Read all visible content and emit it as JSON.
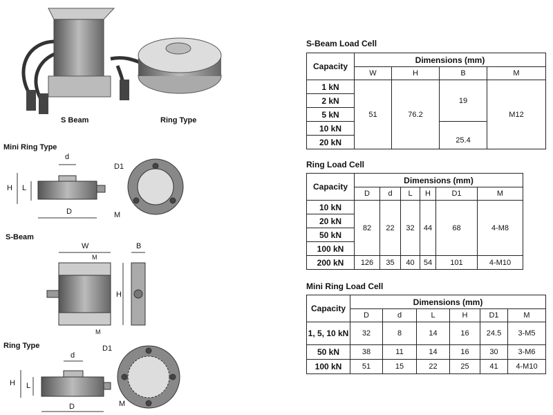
{
  "photo": {
    "s_beam": "S Beam",
    "ring": "Ring Type"
  },
  "drawings": {
    "mini_ring": {
      "title": "Mini Ring Type",
      "labels": [
        "d",
        "D1",
        "H",
        "L",
        "D",
        "M"
      ]
    },
    "s_beam": {
      "title": "S-Beam",
      "labels": [
        "W",
        "B",
        "M",
        "H",
        "M"
      ]
    },
    "ring": {
      "title": "Ring Type",
      "labels": [
        "d",
        "D1",
        "H",
        "L",
        "D",
        "M"
      ]
    }
  },
  "s_beam_table": {
    "title": "S-Beam Load Cell",
    "capacity": "Capacity",
    "dims": "Dimensions (mm)",
    "cols": [
      "W",
      "H",
      "B",
      "M"
    ],
    "caps": [
      "1 kN",
      "2 kN",
      "5 kN",
      "10 kN",
      "20 kN"
    ],
    "W": "51",
    "H": "76.2",
    "B1": "19",
    "B2": "25.4",
    "M": "M12"
  },
  "ring_table": {
    "title": "Ring Load Cell",
    "capacity": "Capacity",
    "dims": "Dimensions (mm)",
    "cols": [
      "D",
      "d",
      "L",
      "H",
      "D1",
      "M"
    ],
    "caps": [
      "10 kN",
      "20 kN",
      "50 kN",
      "100 kN",
      "200 kN"
    ],
    "merged": [
      "82",
      "22",
      "32",
      "44",
      "68",
      "4-M8"
    ],
    "last": [
      "126",
      "35",
      "40",
      "54",
      "101",
      "4-M10"
    ]
  },
  "mini_table": {
    "title": "Mini Ring Load Cell",
    "capacity": "Capacity",
    "dims": "Dimensions (mm)",
    "cols": [
      "D",
      "d",
      "L",
      "H",
      "D1",
      "M"
    ],
    "rows": [
      {
        "cap": "1, 5, 10 kN",
        "v": [
          "32",
          "8",
          "14",
          "16",
          "24.5",
          "3-M5"
        ]
      },
      {
        "cap": "50 kN",
        "v": [
          "38",
          "11",
          "14",
          "16",
          "30",
          "3-M6"
        ]
      },
      {
        "cap": "100 kN",
        "v": [
          "51",
          "15",
          "22",
          "25",
          "41",
          "4-M10"
        ]
      }
    ]
  }
}
